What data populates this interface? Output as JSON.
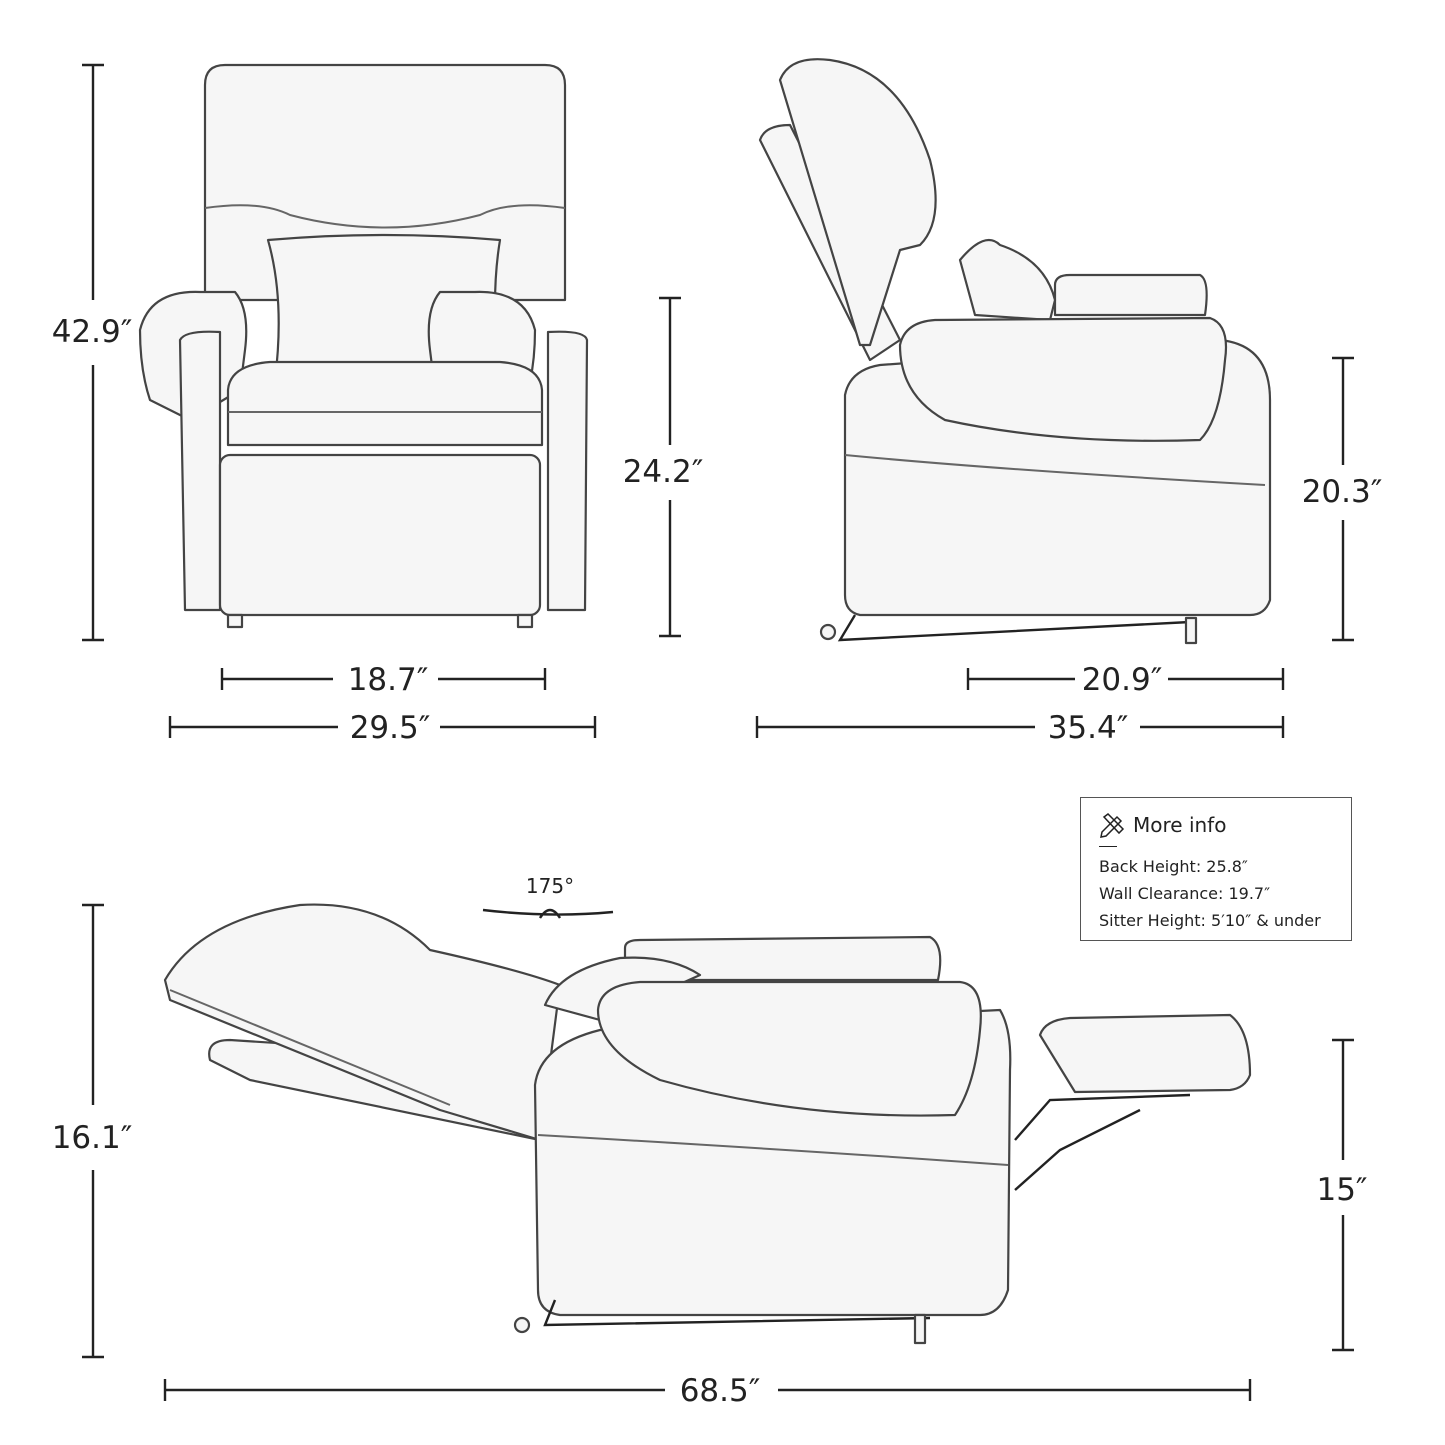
{
  "dimensions": {
    "front_height": "42.9″",
    "front_seat_height": "24.2″",
    "front_seat_width": "18.7″",
    "front_width": "29.5″",
    "side_arm_height": "20.3″",
    "side_seat_depth": "20.9″",
    "side_depth": "35.4″",
    "recline_height": "16.1″",
    "footrest_height": "15″",
    "recline_length": "68.5″",
    "recline_angle": "175°"
  },
  "info_box": {
    "title": "More info",
    "icon": "ruler-pencil-icon",
    "rows": [
      "Back Height: 25.8″",
      "Wall Clearance: 19.7″",
      "Sitter Height: 5′10″ & under"
    ]
  }
}
